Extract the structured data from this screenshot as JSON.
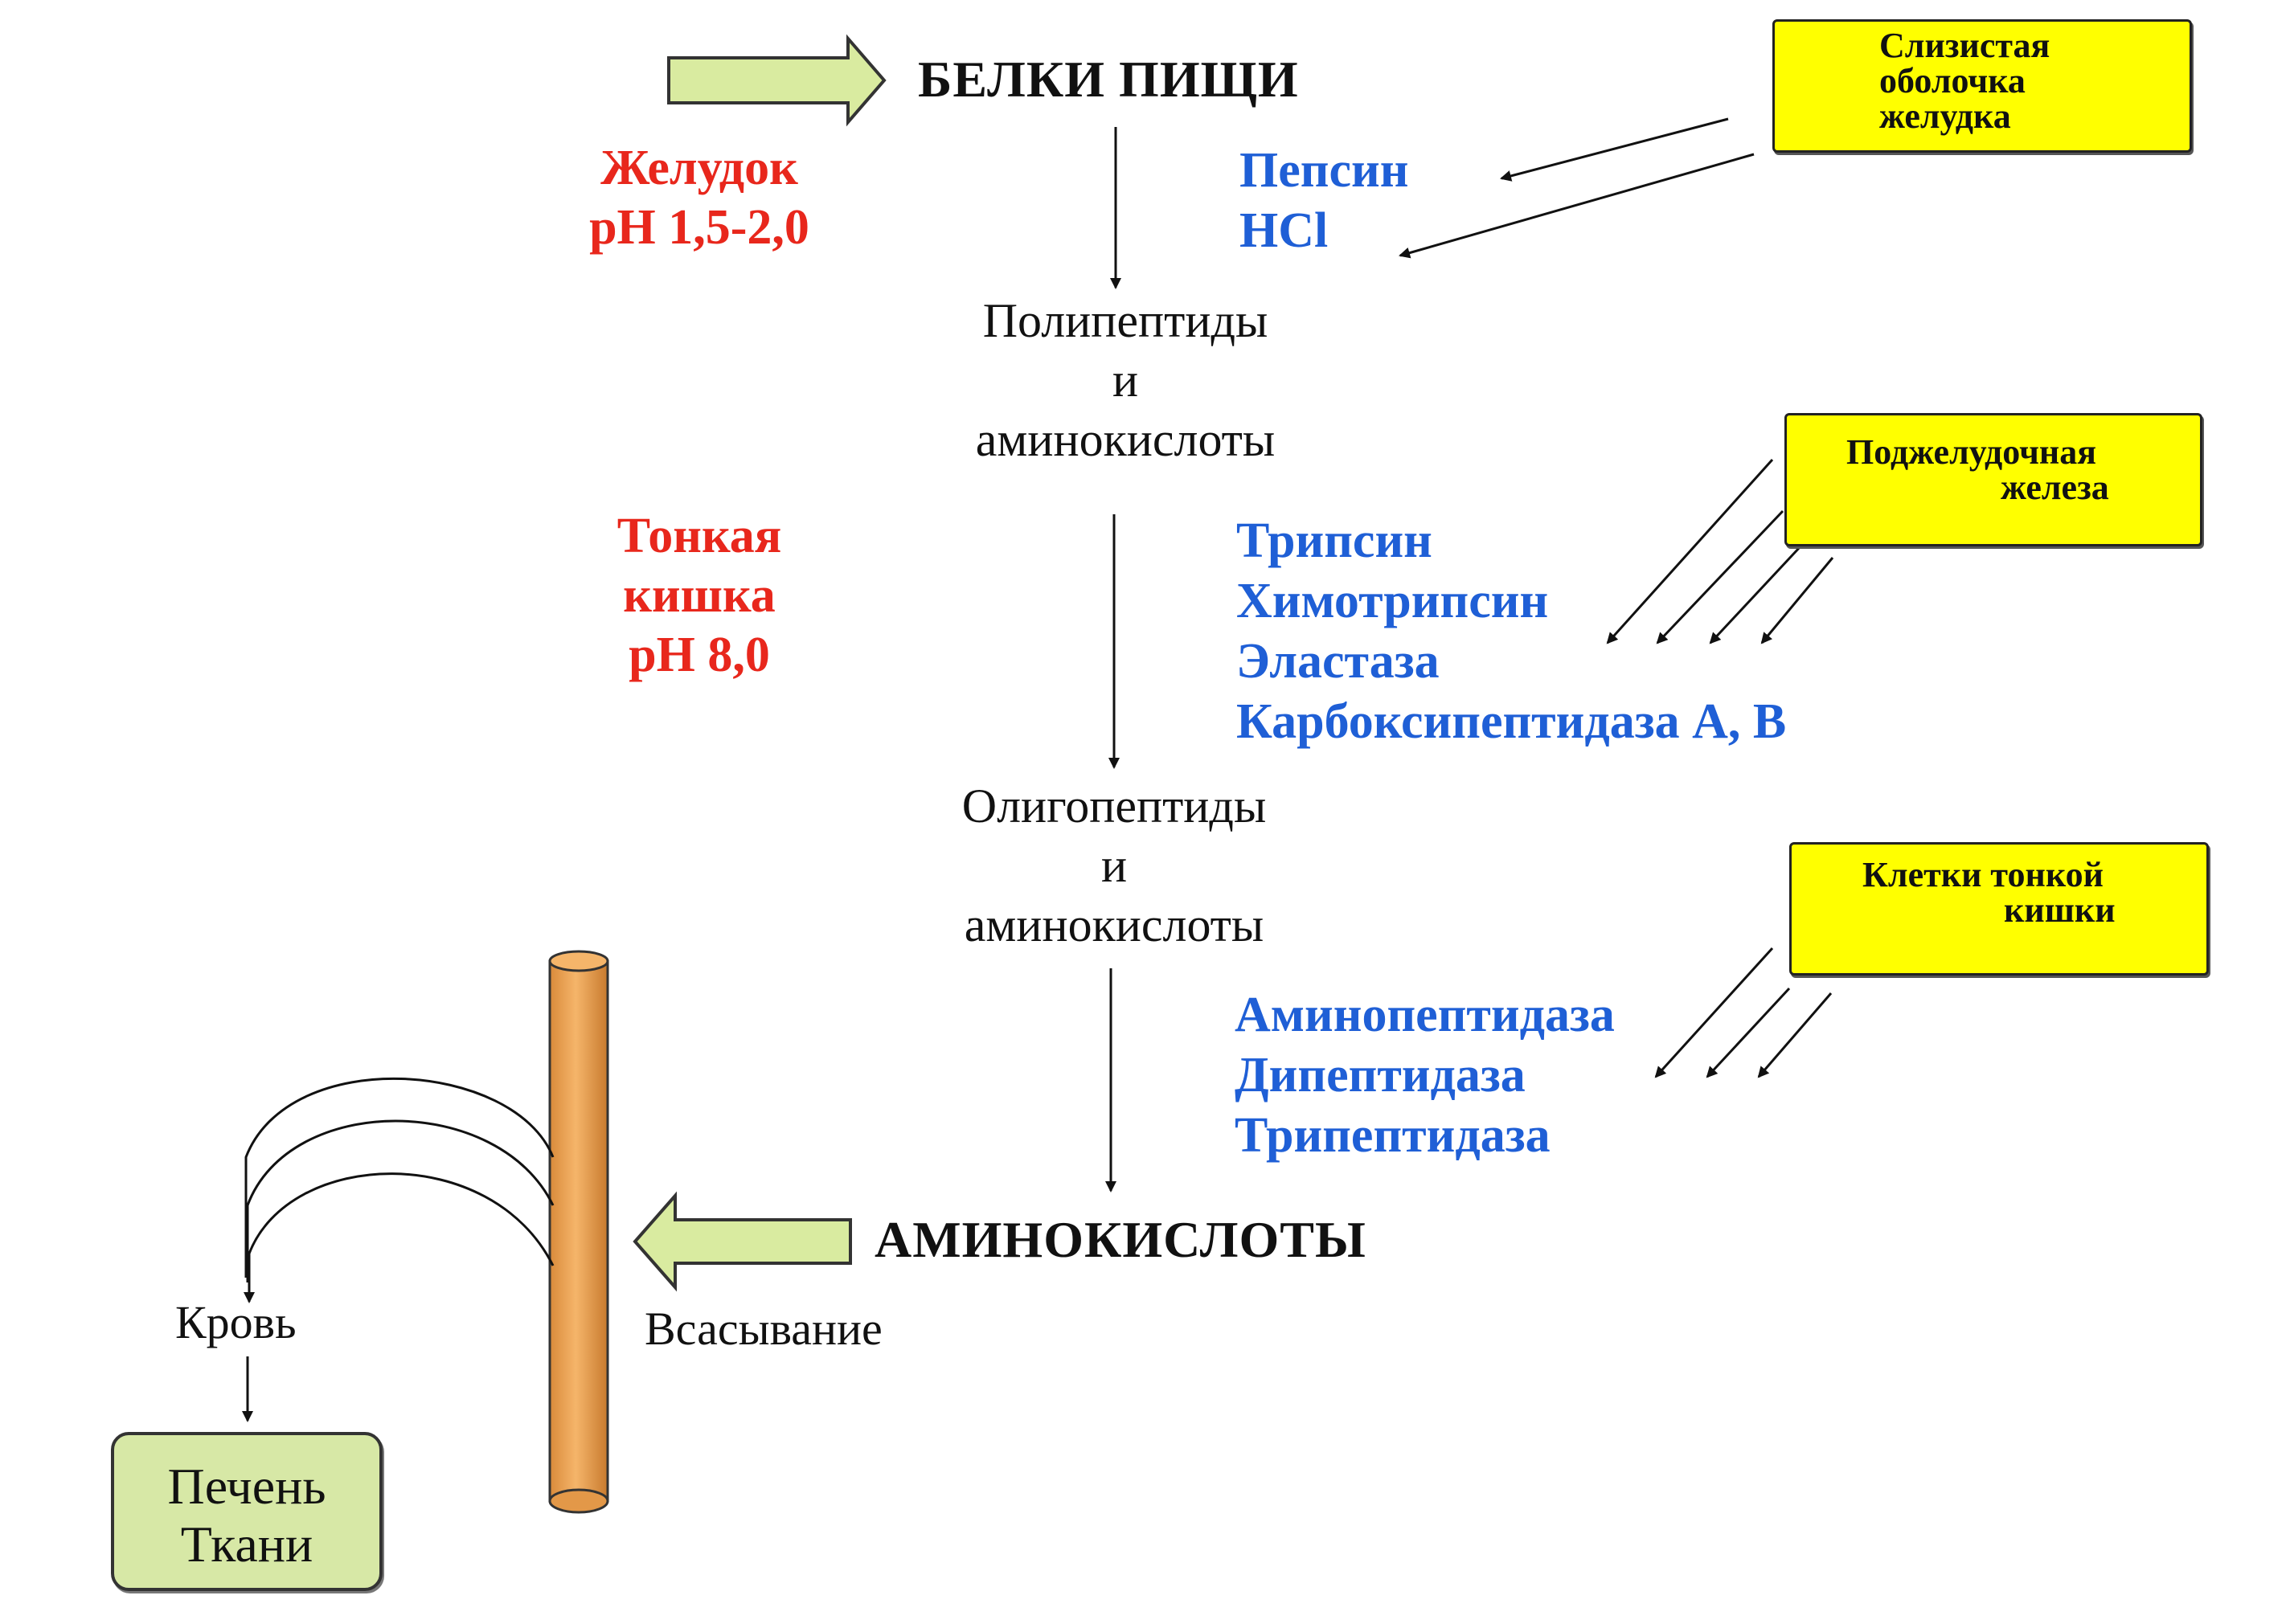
{
  "top_title": "БЕЛКИ ПИЩИ",
  "stomach": {
    "line1": "Желудок",
    "line2": "рН 1,5-2,0"
  },
  "stomach_enzymes": [
    "Пепсин",
    "HCl"
  ],
  "mucosa_box": [
    "Слизистая",
    "оболочка",
    "желудка"
  ],
  "poly": [
    "Полипептиды",
    "и",
    "аминокислоты"
  ],
  "intestine": {
    "line1": "Тонкая",
    "line2": "кишка",
    "line3": "рН 8,0"
  },
  "pancreas_enzymes": [
    "Трипсин",
    "Химотрипсин",
    "Эластаза",
    "Карбоксипептидаза А, В"
  ],
  "pancreas_box": [
    "Поджелудочная",
    "железа"
  ],
  "oligo": [
    "Олигопептиды",
    "и",
    "аминокислоты"
  ],
  "cells_box": [
    "Клетки тонкой",
    "кишки"
  ],
  "cell_enzymes": [
    "Аминопептидаза",
    "Дипептидаза",
    "Трипептидаза"
  ],
  "bottom_title": "АМИНОКИСЛОТЫ",
  "absorption": "Всасывание",
  "blood": "Кровь",
  "liver_box": [
    "Печень",
    "Ткани"
  ],
  "colors": {
    "red_text": "#e8271c",
    "blue_text": "#1f5fd6",
    "yellow_box": "#ffff00",
    "green_arrow": "#d9eba0",
    "green_box": "#d7e8a6",
    "tube": "#f0a95a"
  }
}
